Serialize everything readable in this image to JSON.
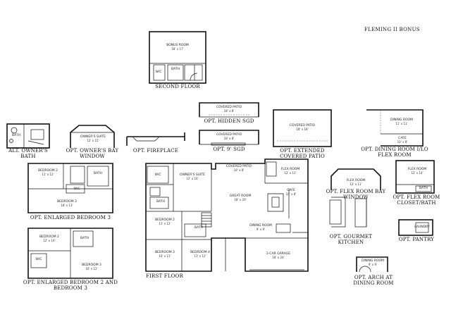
{
  "title": "FLEMING II BONUS",
  "captions": {
    "second_floor": "SECOND FLOOR",
    "first_floor": "FIRST FLOOR",
    "hidden_sgd": "OPT. HIDDEN SGD",
    "nine_sgd": "OPT. 9' SGD",
    "alt_owners_bath": "ALT. OWNER'S BATH",
    "owners_bay": "OPT. OWNER'S BAY WINDOW",
    "fireplace": "OPT. FIREPLACE",
    "extended_patio": "OPT. EXTENDED COVERED PATIO",
    "dining_flex": "OPT. DINING ROOM I/LO FLEX ROOM",
    "enlarged_bed3": "OPT. ENLARGED BEDROOM 3",
    "enlarged_bed23": "OPT. ENLARGED BEDROOM 2 AND BEDROOM 3",
    "flex_bay": "OPT. FLEX ROOM BAY WINDOW",
    "flex_closet": "OPT. FLEX ROOM CLOSET/BATH",
    "gourmet": "OPT. GOURMET KITCHEN",
    "pantry": "OPT. PANTRY",
    "arch_dining": "OPT. ARCH AT DINING ROOM"
  },
  "rooms": {
    "bonus": {
      "name": "BONUS ROOM",
      "dim": "18' x 17'"
    },
    "wic2": {
      "name": "W/C"
    },
    "bath2": {
      "name": "BATH"
    },
    "hidden_patio": {
      "name": "COVERED PATIO",
      "dim": "18' x 8'"
    },
    "nine_patio": {
      "name": "COVERED PATIO",
      "dim": "18' x 8'"
    },
    "ext_patio": {
      "name": "COVERED PATIO",
      "dim": "18' x 18'"
    },
    "dining_opt": {
      "name": "DINING ROOM",
      "dim": "11' x 11'"
    },
    "cafe_opt": {
      "name": "CAFE",
      "dim": "10' x 8'"
    },
    "alt_bath": {
      "name": "BATH"
    },
    "owners_bay": {
      "name": "OWNER'S SUITE",
      "dim": "12' x 15'"
    },
    "owners": {
      "name": "OWNER'S SUITE",
      "dim": "12' x 16'"
    },
    "wic1": {
      "name": "W/C"
    },
    "bath1": {
      "name": "BATH"
    },
    "patio1": {
      "name": "COVERED PATIO",
      "dim": "18' x 8'"
    },
    "flex": {
      "name": "FLEX ROOM",
      "dim": "12' x 11'"
    },
    "great": {
      "name": "GREAT ROOM",
      "dim": "18' x 20'"
    },
    "cafe": {
      "name": "CAFE",
      "dim": "10' x 8'"
    },
    "dining": {
      "name": "DINING ROOM",
      "dim": "9' x 9'"
    },
    "bed2": {
      "name": "BEDROOM 2",
      "dim": "11' x 12'"
    },
    "bath_m": {
      "name": "BATH"
    },
    "bed3": {
      "name": "BEDROOM 3",
      "dim": "10' x 11'"
    },
    "bed4": {
      "name": "BEDROOM 4",
      "dim": "11' x 12'"
    },
    "garage": {
      "name": "2-CAR GARAGE",
      "dim": "18' x 20'"
    },
    "e3_bed2": {
      "name": "BEDROOM 2",
      "dim": "11' x 12'"
    },
    "e3_bed3": {
      "name": "BEDROOM 3",
      "dim": "18' x 13'"
    },
    "e3_bath": {
      "name": "BATH"
    },
    "e3_wic": {
      "name": "W/C"
    },
    "e23_bed2": {
      "name": "BEDROOM 2",
      "dim": "12' x 14'"
    },
    "e23_bath": {
      "name": "BATH"
    },
    "e23_wic": {
      "name": "W/C"
    },
    "e23_bed3": {
      "name": "BEDROOM 3",
      "dim": "16' x 12'"
    },
    "flex_bay": {
      "name": "FLEX ROOM",
      "dim": "12' x 11'"
    },
    "flex_closet": {
      "name": "FLEX ROOM",
      "dim": "12' x 14'"
    },
    "flex_closet_bath": {
      "name": "BATH"
    },
    "pantry": {
      "name": "LAUNDRY"
    },
    "arch_dining": {
      "name": "DINING ROOM",
      "dim": "9' x 9'"
    }
  }
}
